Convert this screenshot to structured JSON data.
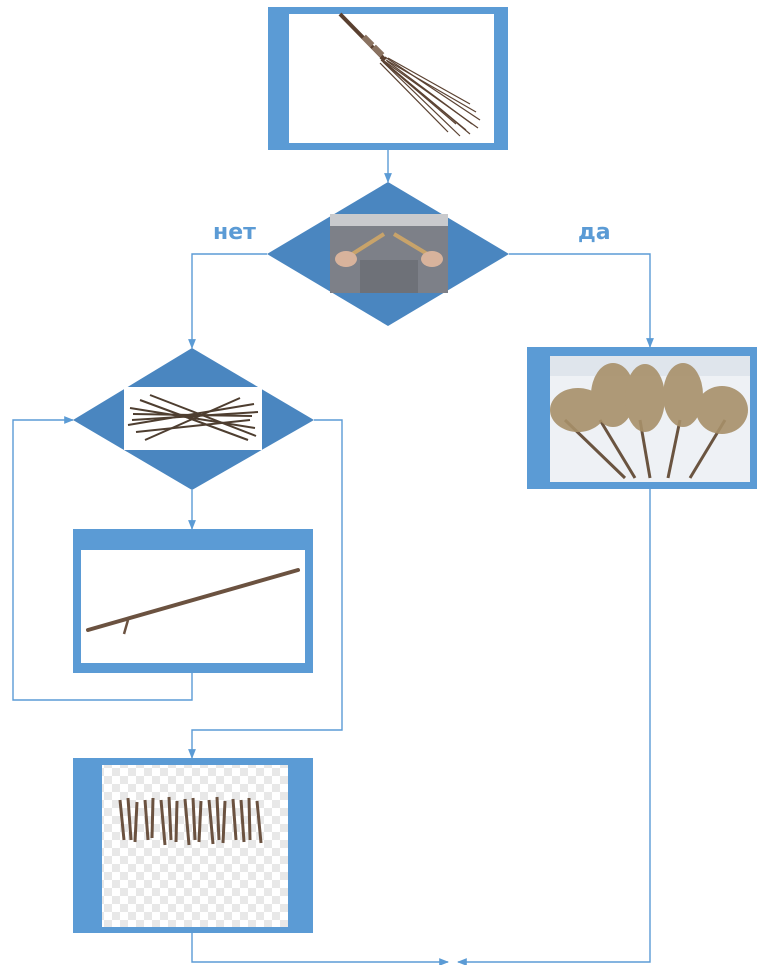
{
  "colors": {
    "block_border": "#5b9bd5",
    "decision_fill": "#4a86c0",
    "connector": "#5b9bd5",
    "label": "#5b9bd5",
    "photo_bg": "#ffffff",
    "wood": "#6b5240",
    "straw": "#a8906a"
  },
  "diagram": {
    "branch_no_label": "нет",
    "branch_yes_label": "да",
    "nodes": {
      "start": {
        "image": "broom-picture"
      },
      "decision_break": {
        "image": "breaking-stick-picture"
      },
      "process_yes": {
        "image": "many-brooms-picture"
      },
      "decision_bundle": {
        "image": "bundle-of-twigs-picture"
      },
      "process_single": {
        "image": "single-twig-picture"
      },
      "process_broken": {
        "image": "broken-twigs-picture"
      }
    }
  }
}
